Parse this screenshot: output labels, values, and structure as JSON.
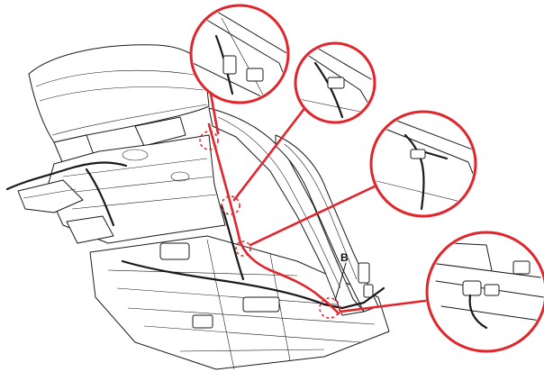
{
  "diagram": {
    "callout_label": "B",
    "accent_color": "#e0262c",
    "line_color": "#1a1a1a",
    "detail_views": [
      {
        "name": "detail-view-1"
      },
      {
        "name": "detail-view-2"
      },
      {
        "name": "detail-view-3"
      },
      {
        "name": "detail-view-4"
      }
    ]
  }
}
